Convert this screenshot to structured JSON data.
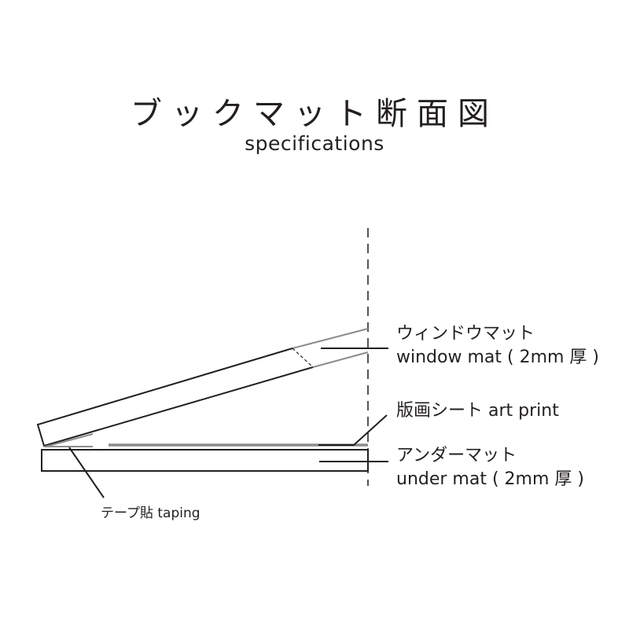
{
  "header": {
    "title": "ブックマット断面図",
    "subtitle": "specifications"
  },
  "labels": {
    "window_mat": {
      "jp": "ウィンドウマット",
      "en": "window mat ( 2mm 厚 )"
    },
    "art_print": {
      "text": "版画シート art print"
    },
    "under_mat": {
      "jp": "アンダーマット",
      "en": "under mat ( 2mm 厚 )"
    },
    "taping": {
      "text": "テープ貼 taping"
    }
  },
  "colors": {
    "line": "#231f20",
    "gray": "#8c8c8c",
    "background": "#ffffff"
  }
}
